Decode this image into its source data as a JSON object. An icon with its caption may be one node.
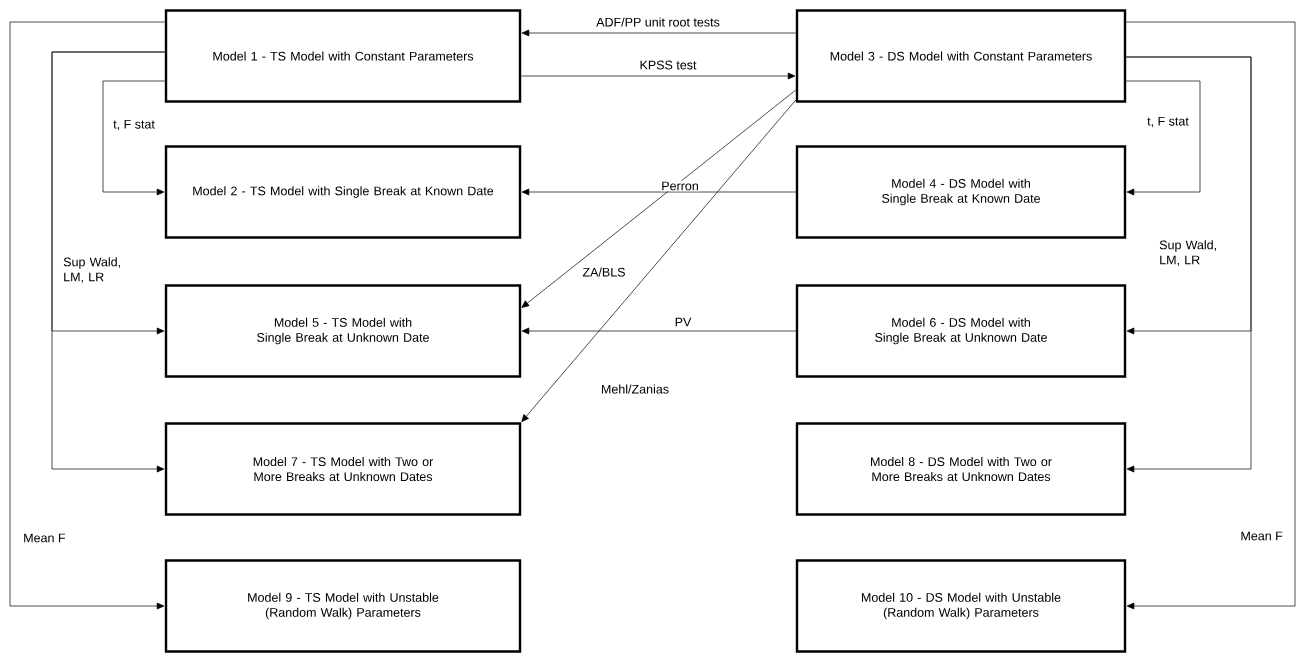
{
  "diagram": {
    "nodes": [
      {
        "text": [
          "Model 1 - TS Model with Constant Parameters"
        ]
      },
      {
        "text": [
          "Model 3 - DS Model with Constant Parameters"
        ]
      },
      {
        "text": [
          "Model 2 - TS Model with Single Break at Known Date"
        ]
      },
      {
        "text": [
          "Model 4 - DS Model with Single Break at Known Date"
        ]
      },
      {
        "text": [
          "Model 5 - TS Model with Single Break at Unknown Date"
        ]
      },
      {
        "text": [
          "Model 6 - DS Model with Single Break at Unknown Date"
        ]
      },
      {
        "text": [
          "Model 7 - TS Model with Two or More Breaks at Unknown Dates"
        ]
      },
      {
        "text": [
          "Model 8 - DS Model with Two or More Breaks at Unknown Dates"
        ]
      },
      {
        "text": [
          "Model 9 - TS Model with Unstable (Random Walk) Parameters"
        ]
      },
      {
        "text": [
          "Model 10 - DS Model with Unstable (Random Walk) Parameters"
        ]
      }
    ],
    "edges": [
      {
        "from": 1,
        "to": 0,
        "arrow": "to",
        "label": "ADF/PP unit root tests"
      },
      {
        "from": 0,
        "to": 1,
        "arrow": "to",
        "label": "KPSS test"
      },
      {
        "from": 0,
        "to": 2,
        "arrow": "to",
        "label": "t, F stat"
      },
      {
        "from": 0,
        "to": 4,
        "arrow": "to",
        "label": "Sup Wald, LM, LR"
      },
      {
        "from": 0,
        "to": 6,
        "arrow": "to"
      },
      {
        "from": 0,
        "to": 8,
        "arrow": "to",
        "label": "Mean F"
      },
      {
        "from": 1,
        "to": 4,
        "arrow": "to",
        "label": "ZA/BLS"
      },
      {
        "from": 1,
        "to": 6,
        "arrow": "to",
        "label": "Mehl/Zanias"
      },
      {
        "from": 3,
        "to": 2,
        "arrow": "to",
        "label": "Perron"
      },
      {
        "from": 5,
        "to": 4,
        "arrow": "to",
        "label": "PV"
      },
      {
        "from": 1,
        "to": 3,
        "arrow": "to",
        "label": "t, F stat"
      },
      {
        "from": 1,
        "to": 5,
        "arrow": "to",
        "label": "Sup Wald, LM, LR"
      },
      {
        "from": 1,
        "to": 7,
        "arrow": "to"
      },
      {
        "from": 1,
        "to": 9,
        "arrow": "to",
        "label": "Mean F"
      }
    ]
  }
}
